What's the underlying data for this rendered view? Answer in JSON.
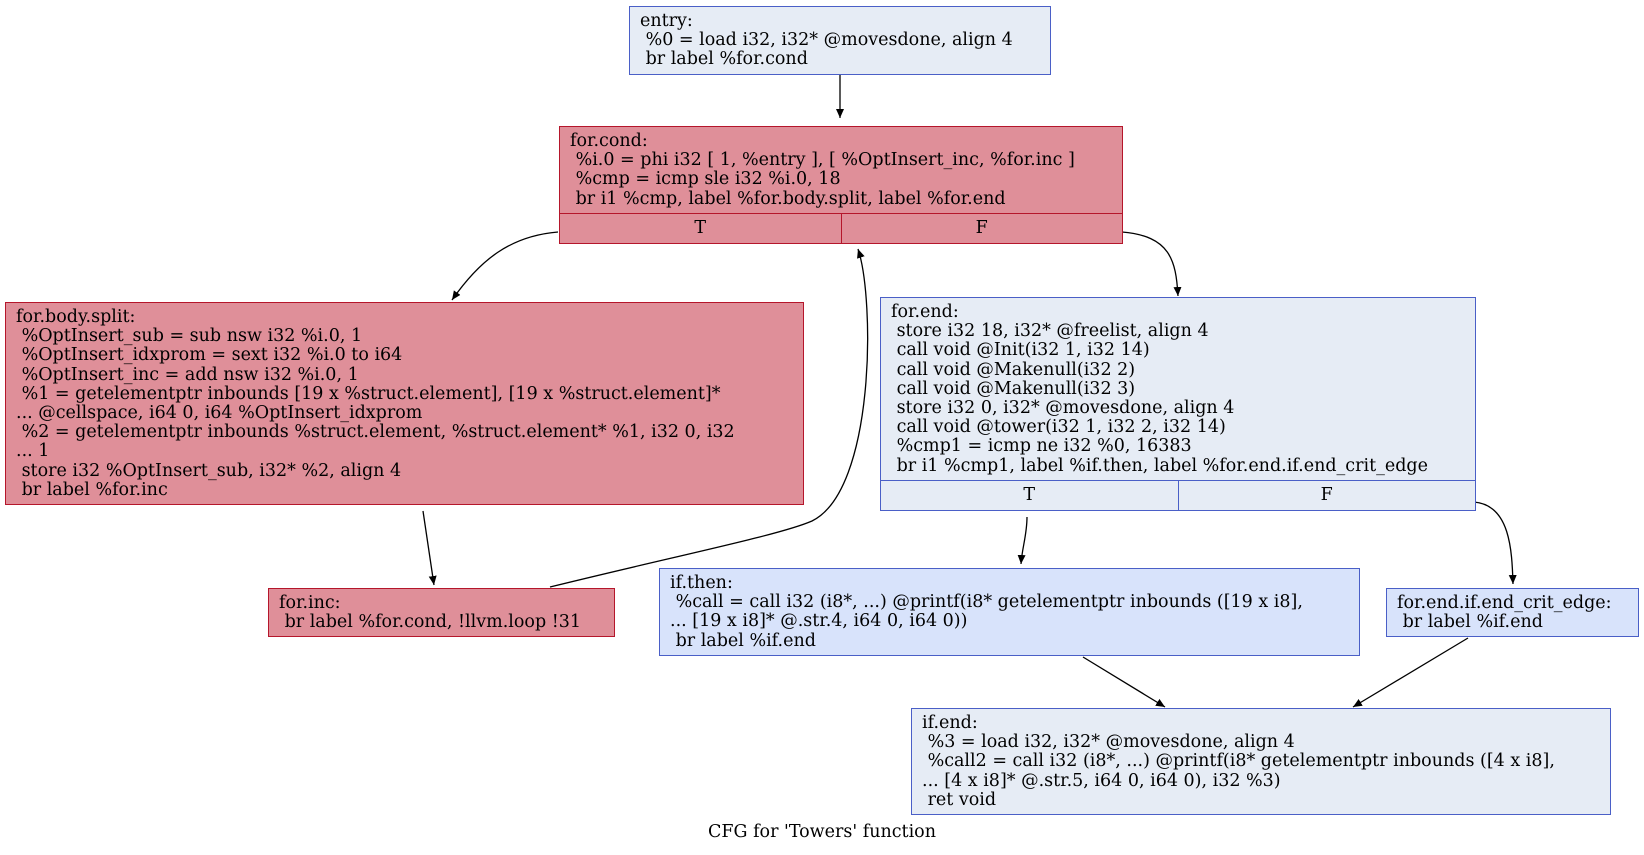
{
  "caption": "CFG for 'Towers' function",
  "colors": {
    "cold_fill": "#e6ecf5",
    "cool_fill": "#d8e3fb",
    "hot_fill": "#df8f99",
    "cold_border": "#4a5fc7",
    "hot_border": "#b5162b"
  },
  "nodes": {
    "entry": {
      "lines": [
        "entry:",
        " %0 = load i32, i32* @movesdone, align 4",
        " br label %for.cond"
      ]
    },
    "for_cond": {
      "lines": [
        "for.cond:",
        " %i.0 = phi i32 [ 1, %entry ], [ %OptInsert_inc, %for.inc ]",
        " %cmp = icmp sle i32 %i.0, 18",
        " br i1 %cmp, label %for.body.split, label %for.end"
      ],
      "ports": [
        "T",
        "F"
      ]
    },
    "for_body_split": {
      "lines": [
        "for.body.split:",
        " %OptInsert_sub = sub nsw i32 %i.0, 1",
        " %OptInsert_idxprom = sext i32 %i.0 to i64",
        " %OptInsert_inc = add nsw i32 %i.0, 1",
        " %1 = getelementptr inbounds [19 x %struct.element], [19 x %struct.element]*",
        "... @cellspace, i64 0, i64 %OptInsert_idxprom",
        " %2 = getelementptr inbounds %struct.element, %struct.element* %1, i32 0, i32",
        "... 1",
        " store i32 %OptInsert_sub, i32* %2, align 4",
        " br label %for.inc"
      ]
    },
    "for_inc": {
      "lines": [
        "for.inc:",
        " br label %for.cond, !llvm.loop !31"
      ]
    },
    "for_end": {
      "lines": [
        "for.end:",
        " store i32 18, i32* @freelist, align 4",
        " call void @Init(i32 1, i32 14)",
        " call void @Makenull(i32 2)",
        " call void @Makenull(i32 3)",
        " store i32 0, i32* @movesdone, align 4",
        " call void @tower(i32 1, i32 2, i32 14)",
        " %cmp1 = icmp ne i32 %0, 16383",
        " br i1 %cmp1, label %if.then, label %for.end.if.end_crit_edge"
      ],
      "ports": [
        "T",
        "F"
      ]
    },
    "if_then": {
      "lines": [
        "if.then:",
        " %call = call i32 (i8*, ...) @printf(i8* getelementptr inbounds ([19 x i8],",
        "... [19 x i8]* @.str.4, i64 0, i64 0))",
        " br label %if.end"
      ]
    },
    "for_end_if_end_crit_edge": {
      "lines": [
        "for.end.if.end_crit_edge:",
        " br label %if.end"
      ]
    },
    "if_end": {
      "lines": [
        "if.end:",
        " %3 = load i32, i32* @movesdone, align 4",
        " %call2 = call i32 (i8*, ...) @printf(i8* getelementptr inbounds ([4 x i8],",
        "... [4 x i8]* @.str.5, i64 0, i64 0), i32 %3)",
        " ret void"
      ]
    }
  }
}
